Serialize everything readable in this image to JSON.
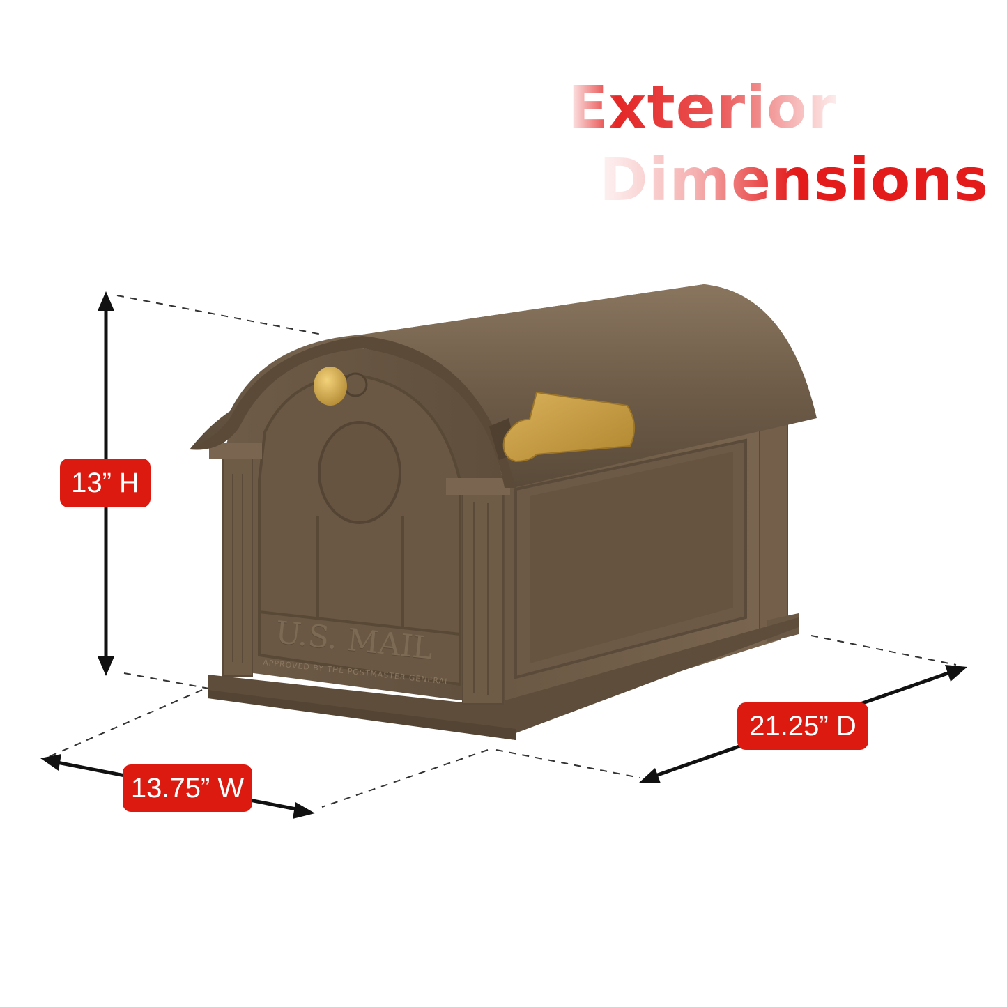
{
  "heading": {
    "line1": "Exterior",
    "line2": "Dimensions",
    "color": "#e31b1b"
  },
  "mailbox": {
    "front_text": "U.S. MAIL",
    "front_subtext": "APPROVED BY THE POSTMASTER GENERAL",
    "body_color": "#6e5c48",
    "accent_color": "#c9a24a"
  },
  "dimensions": {
    "height": "13” H",
    "width": "13.75” W",
    "depth": "21.25” D",
    "badge_color": "#dc1a10"
  }
}
